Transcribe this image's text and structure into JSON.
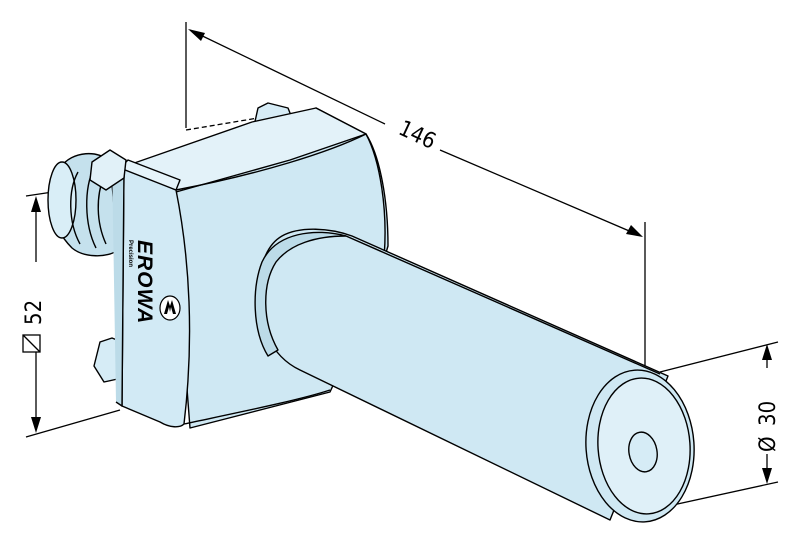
{
  "dimensions": {
    "length": "146",
    "square": "52",
    "square_symbol": "◻",
    "diameter": "30",
    "diameter_symbol": "Ø"
  },
  "brand": {
    "name": "EROWA",
    "tagline": "Precision"
  },
  "colors": {
    "body_fill": "#cfe8f3",
    "body_fill_light": "#e3f2f9",
    "body_fill_dark": "#b6d6e4",
    "line": "#000000"
  }
}
